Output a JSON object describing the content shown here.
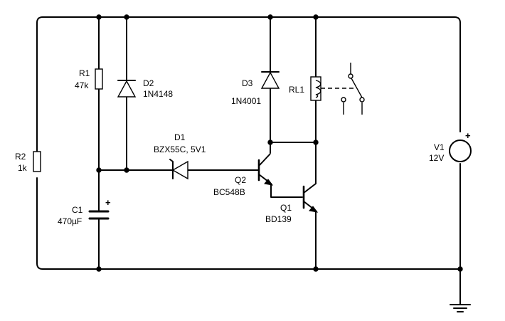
{
  "components": {
    "r1": {
      "ref": "R1",
      "value": "47k"
    },
    "r2": {
      "ref": "R2",
      "value": "1k"
    },
    "c1": {
      "ref": "C1",
      "value": "470µF",
      "polarity": "+"
    },
    "d1": {
      "ref": "D1",
      "value": "BZX55C, 5V1"
    },
    "d2": {
      "ref": "D2",
      "value": "1N4148"
    },
    "d3": {
      "ref": "D3",
      "value": "1N4001"
    },
    "q1": {
      "ref": "Q1",
      "value": "BD139"
    },
    "q2": {
      "ref": "Q2",
      "value": "BC548B"
    },
    "rl1": {
      "ref": "RL1"
    },
    "v1": {
      "ref": "V1",
      "value": "12V",
      "polarity": "+"
    }
  },
  "colors": {
    "ink": "#000000",
    "background": "#ffffff"
  }
}
